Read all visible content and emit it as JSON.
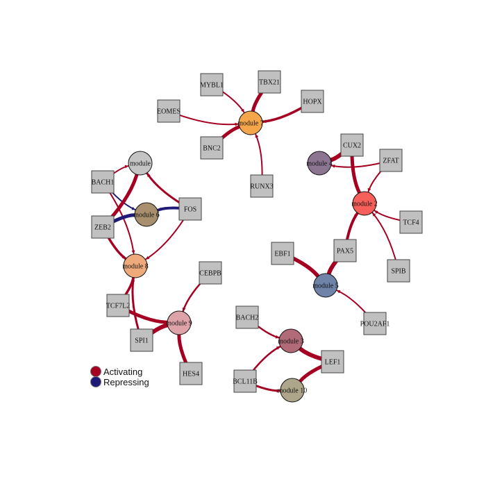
{
  "colors": {
    "activating": "#A50021",
    "repressing": "#1F1A78",
    "tf_fill": "#C0C0C0"
  },
  "legend": [
    {
      "label": "Activating",
      "color": "#A50021"
    },
    {
      "label": "Repressing",
      "color": "#1F1A78"
    }
  ],
  "modules": [
    {
      "id": "m7",
      "label": "module 7",
      "color": "#F5A64A"
    },
    {
      "id": "m1",
      "label": "module",
      "color": "#C4C4C4"
    },
    {
      "id": "m6",
      "label": "module 6",
      "color": "#A8906F"
    },
    {
      "id": "m8",
      "label": "module 8",
      "color": "#EEAA7B"
    },
    {
      "id": "m9",
      "label": "module 9",
      "color": "#DEA3A8"
    },
    {
      "id": "m4",
      "label": "module 4",
      "color": "#8B7590"
    },
    {
      "id": "m2",
      "label": "module 2",
      "color": "#F75F5A"
    },
    {
      "id": "m5",
      "label": "module 5",
      "color": "#6F82A8"
    },
    {
      "id": "m3",
      "label": "module 3",
      "color": "#B06A78"
    },
    {
      "id": "m10",
      "label": "module 10",
      "color": "#ADA68A"
    }
  ],
  "tfs": [
    {
      "id": "MYBL1",
      "label": "MYBL1"
    },
    {
      "id": "TBX21",
      "label": "TBX21"
    },
    {
      "id": "HOPX",
      "label": "HOPX"
    },
    {
      "id": "EOMES",
      "label": "EOMES"
    },
    {
      "id": "BNC2",
      "label": "BNC2"
    },
    {
      "id": "RUNX3",
      "label": "RUNX3"
    },
    {
      "id": "CUX2",
      "label": "CUX2"
    },
    {
      "id": "ZFAT",
      "label": "ZFAT"
    },
    {
      "id": "TCF4",
      "label": "TCF4"
    },
    {
      "id": "SPIB",
      "label": "SPIB"
    },
    {
      "id": "PAX5",
      "label": "PAX5"
    },
    {
      "id": "EBF1",
      "label": "EBF1"
    },
    {
      "id": "POU2AF1",
      "label": "POU2AF1"
    },
    {
      "id": "BACH1",
      "label": "BACH1"
    },
    {
      "id": "ZEB2",
      "label": "ZEB2"
    },
    {
      "id": "FOS",
      "label": "FOS"
    },
    {
      "id": "CEBPB",
      "label": "CEBPB"
    },
    {
      "id": "TCF7L2",
      "label": "TCF7L2"
    },
    {
      "id": "SPI1",
      "label": "SPI1"
    },
    {
      "id": "HES4",
      "label": "HES4"
    },
    {
      "id": "BACH2",
      "label": "BACH2"
    },
    {
      "id": "BCL11B",
      "label": "BCL11B"
    },
    {
      "id": "LEF1",
      "label": "LEF1"
    }
  ],
  "edges": [
    {
      "from": "MYBL1",
      "to": "m7",
      "type": "activating",
      "weight": 1
    },
    {
      "from": "TBX21",
      "to": "m7",
      "type": "activating",
      "weight": 4
    },
    {
      "from": "HOPX",
      "to": "m7",
      "type": "activating",
      "weight": 2.5
    },
    {
      "from": "EOMES",
      "to": "m7",
      "type": "activating",
      "weight": 1
    },
    {
      "from": "BNC2",
      "to": "m7",
      "type": "activating",
      "weight": 4
    },
    {
      "from": "RUNX3",
      "to": "m7",
      "type": "activating",
      "weight": 1
    },
    {
      "from": "CUX2",
      "to": "m4",
      "type": "activating",
      "weight": 5
    },
    {
      "from": "CUX2",
      "to": "m2",
      "type": "activating",
      "weight": 4
    },
    {
      "from": "ZFAT",
      "to": "m4",
      "type": "activating",
      "weight": 1
    },
    {
      "from": "ZFAT",
      "to": "m2",
      "type": "activating",
      "weight": 1
    },
    {
      "from": "TCF4",
      "to": "m2",
      "type": "activating",
      "weight": 1
    },
    {
      "from": "SPIB",
      "to": "m2",
      "type": "activating",
      "weight": 1
    },
    {
      "from": "PAX5",
      "to": "m2",
      "type": "activating",
      "weight": 3
    },
    {
      "from": "PAX5",
      "to": "m5",
      "type": "activating",
      "weight": 5
    },
    {
      "from": "EBF1",
      "to": "m5",
      "type": "activating",
      "weight": 4.5
    },
    {
      "from": "POU2AF1",
      "to": "m5",
      "type": "activating",
      "weight": 1
    },
    {
      "from": "BACH1",
      "to": "m1",
      "type": "activating",
      "weight": 1
    },
    {
      "from": "BACH1",
      "to": "m6",
      "type": "repressing",
      "weight": 1
    },
    {
      "from": "BACH1",
      "to": "m8",
      "type": "activating",
      "weight": 1
    },
    {
      "from": "ZEB2",
      "to": "m1",
      "type": "activating",
      "weight": 4
    },
    {
      "from": "ZEB2",
      "to": "m6",
      "type": "repressing",
      "weight": 4
    },
    {
      "from": "ZEB2",
      "to": "m8",
      "type": "activating",
      "weight": 2.5
    },
    {
      "from": "FOS",
      "to": "m1",
      "type": "activating",
      "weight": 2
    },
    {
      "from": "FOS",
      "to": "m6",
      "type": "repressing",
      "weight": 3
    },
    {
      "from": "FOS",
      "to": "m8",
      "type": "activating",
      "weight": 1
    },
    {
      "from": "TCF7L2",
      "to": "m8",
      "type": "activating",
      "weight": 2.5
    },
    {
      "from": "SPI1",
      "to": "m8",
      "type": "activating",
      "weight": 2
    },
    {
      "from": "TCF7L2",
      "to": "m9",
      "type": "activating",
      "weight": 4
    },
    {
      "from": "SPI1",
      "to": "m9",
      "type": "activating",
      "weight": 5
    },
    {
      "from": "CEBPB",
      "to": "m9",
      "type": "activating",
      "weight": 1.5
    },
    {
      "from": "HES4",
      "to": "m9",
      "type": "activating",
      "weight": 4
    },
    {
      "from": "BACH2",
      "to": "m3",
      "type": "activating",
      "weight": 1.5
    },
    {
      "from": "BCL11B",
      "to": "m3",
      "type": "activating",
      "weight": 1.5
    },
    {
      "from": "BCL11B",
      "to": "m10",
      "type": "activating",
      "weight": 2
    },
    {
      "from": "LEF1",
      "to": "m3",
      "type": "activating",
      "weight": 5
    },
    {
      "from": "LEF1",
      "to": "m10",
      "type": "activating",
      "weight": 4
    }
  ]
}
